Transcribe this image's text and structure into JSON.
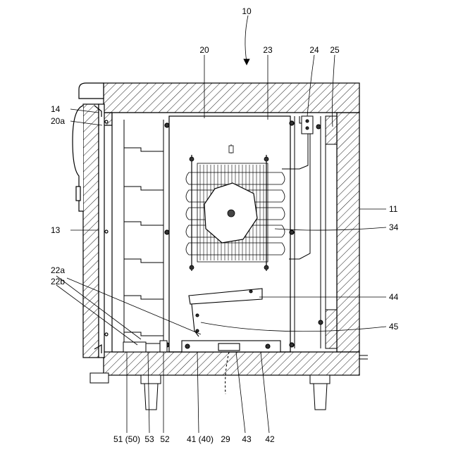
{
  "figure": {
    "labels": {
      "l10": "10",
      "l20": "20",
      "l23": "23",
      "l24": "24",
      "l25": "25",
      "l14": "14",
      "l20a": "20a",
      "l11": "11",
      "l13": "13",
      "l34": "34",
      "l22a": "22a",
      "l22b": "22b",
      "l44": "44",
      "l45": "45",
      "l51": "51 (50)",
      "l53": "53",
      "l52": "52",
      "l41": "41 (40)",
      "l29": "29",
      "l43": "43",
      "l42": "42"
    }
  }
}
